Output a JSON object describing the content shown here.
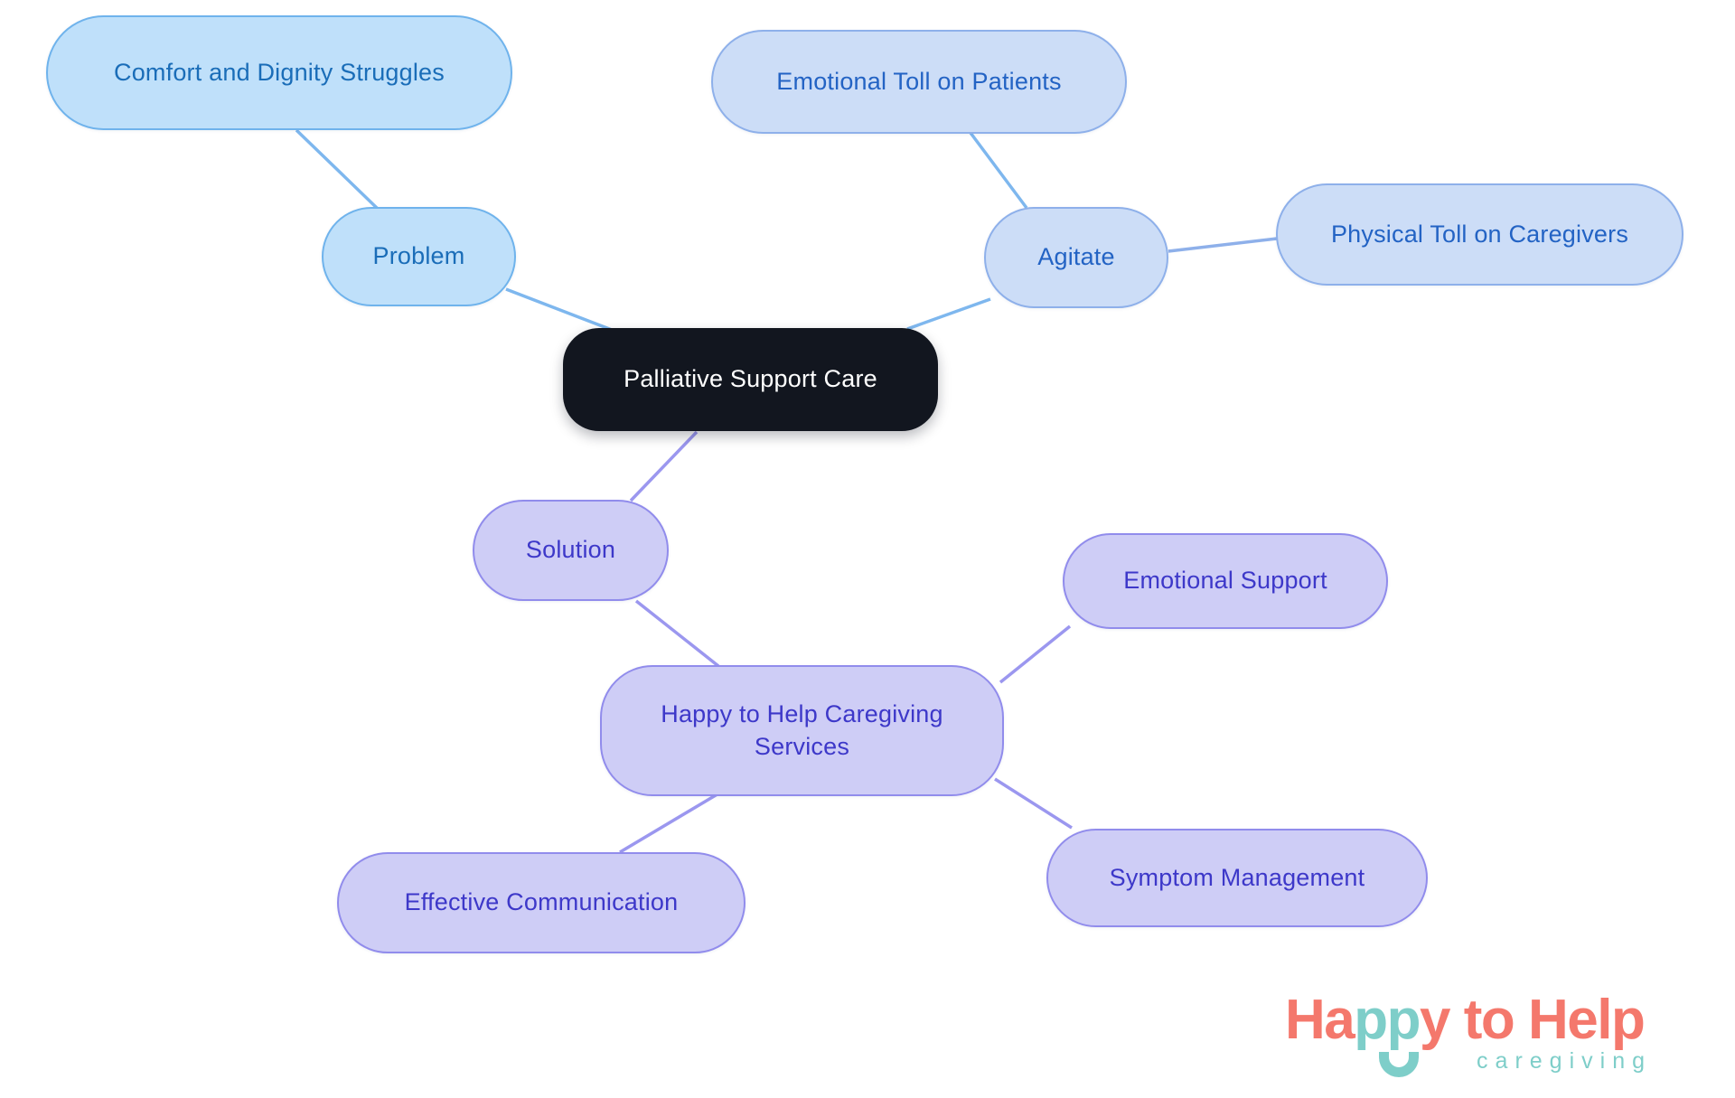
{
  "palette": {
    "background": "#FFFFFF",
    "blue_fill": "#BFE0FA",
    "blue_border": "#6FB3EC",
    "blue_text": "#1A6DB8",
    "periwinkle_fill": "#CCDDF7",
    "periwinkle_border": "#8EB0EA",
    "periwinkle_text": "#2363C4",
    "lavender_fill": "#CECDF6",
    "lavender_border": "#918CEC",
    "lavender_text": "#3D38C9",
    "central_fill": "#12161F",
    "central_text": "#FFFFFF",
    "edge_blue": "#7EB7EE",
    "edge_periwinkle": "#8EB0EA",
    "edge_purple": "#9B97EF"
  },
  "mindmap": {
    "central": {
      "label": "Palliative Support Care"
    },
    "nodes": {
      "comfort": {
        "label": "Comfort and Dignity Struggles"
      },
      "problem": {
        "label": "Problem"
      },
      "emotional_toll": {
        "label": "Emotional Toll on Patients"
      },
      "agitate": {
        "label": "Agitate"
      },
      "physical_toll": {
        "label": "Physical Toll on Caregivers"
      },
      "solution": {
        "label": "Solution"
      },
      "services": {
        "label": "Happy to Help Caregiving Services"
      },
      "emotional_support": {
        "label": "Emotional Support"
      },
      "symptom": {
        "label": "Symptom Management"
      },
      "communication": {
        "label": "Effective Communication"
      }
    },
    "edges": [
      {
        "from": "comfort",
        "to": "problem"
      },
      {
        "from": "problem",
        "to": "central"
      },
      {
        "from": "emotional_toll",
        "to": "agitate"
      },
      {
        "from": "agitate",
        "to": "physical_toll"
      },
      {
        "from": "agitate",
        "to": "central"
      },
      {
        "from": "central",
        "to": "solution"
      },
      {
        "from": "solution",
        "to": "services"
      },
      {
        "from": "services",
        "to": "emotional_support"
      },
      {
        "from": "services",
        "to": "symptom"
      },
      {
        "from": "services",
        "to": "communication"
      }
    ]
  },
  "logo": {
    "word_part1": "Ha",
    "word_part2": "pp",
    "word_part3": "y to Help",
    "subtitle": "caregiving",
    "coral": "#F4786C",
    "teal": "#7ECEC9"
  }
}
